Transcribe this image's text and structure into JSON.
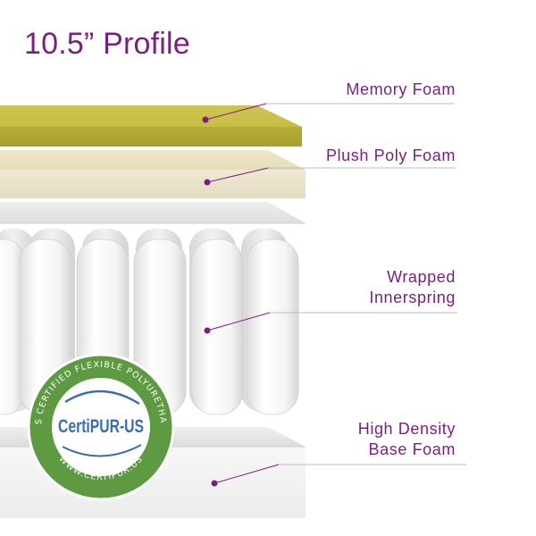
{
  "title": "10.5” Profile",
  "accent_color": "#7b1f7f",
  "layers": [
    {
      "name": "memory-foam",
      "lines": [
        "Memory Foam"
      ],
      "color": "#ccc24c"
    },
    {
      "name": "plush-poly-foam",
      "lines": [
        "Plush Poly Foam"
      ],
      "color": "#ece6cc"
    },
    {
      "name": "wrapped-innerspring",
      "lines": [
        "Wrapped",
        "Innerspring"
      ],
      "color": "#f4f4f4"
    },
    {
      "name": "high-density-base-foam",
      "lines": [
        "High Density",
        "Base Foam"
      ],
      "color": "#f3f3f3"
    }
  ],
  "badge": {
    "brand": "CertiPUR-US",
    "ring_top": "CONTAINS CERTIFIED FLEXIBLE POLYURETHANE FOAM",
    "ring_bottom": "WWW.CERTIPUR.US",
    "ring_color": "#5e9a42",
    "brand_color": "#3b6cb3"
  }
}
